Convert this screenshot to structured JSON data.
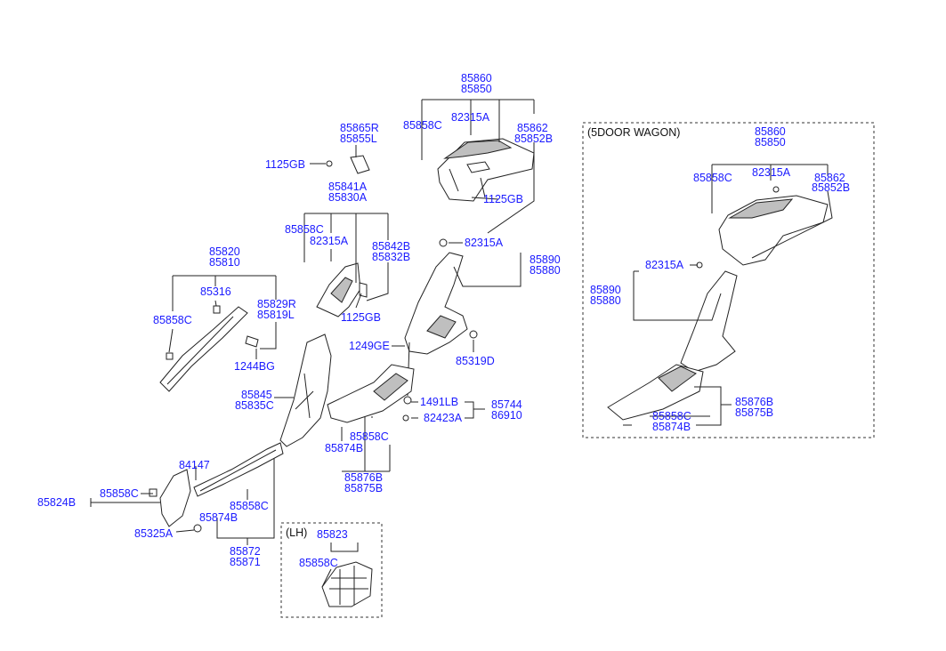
{
  "boxes": {
    "lh": "(LH)",
    "wagon": "(5DOOR WAGON)"
  },
  "labels": {
    "l85860": "85860",
    "l85850": "85850",
    "l85858C_a": "85858C",
    "l82315A_a": "82315A",
    "l85862": "85862",
    "l85852B": "85852B",
    "l1125GB_a": "1125GB",
    "l85865R": "85865R",
    "l85855L": "85855L",
    "l1125GB_b": "1125GB",
    "l85841A": "85841A",
    "l85830A": "85830A",
    "l85858C_b": "85858C",
    "l82315A_b": "82315A",
    "l85842B": "85842B",
    "l85832B": "85832B",
    "l1125GB_c": "1125GB",
    "l85820": "85820",
    "l85810": "85810",
    "l85316": "85316",
    "l85829R": "85829R",
    "l85819L": "85819L",
    "l85858C_c": "85858C",
    "l1244BG": "1244BG",
    "l82315A_c": "82315A",
    "l85890": "85890",
    "l85880": "85880",
    "l1249GE": "1249GE",
    "l85319D": "85319D",
    "l85845": "85845",
    "l85835C": "85835C",
    "l1491LB": "1491LB",
    "l82423A": "82423A",
    "l85744": "85744",
    "l86910": "86910",
    "l85858C_d": "85858C",
    "l85874B_a": "85874B",
    "l85876B_a": "85876B",
    "l85875B_a": "85875B",
    "l84147": "84147",
    "l85824B": "85824B",
    "l85858C_e": "85858C",
    "l85325A": "85325A",
    "l85874B_b": "85874B",
    "l85858C_f": "85858C",
    "l85872": "85872",
    "l85871": "85871",
    "l85823": "85823",
    "l85858C_g": "85858C",
    "w85860": "85860",
    "w85850": "85850",
    "w85858C_a": "85858C",
    "w82315A_a": "82315A",
    "w85862": "85862",
    "w85852B": "85852B",
    "w82315A_b": "82315A",
    "w85890": "85890",
    "w85880": "85880",
    "w85876B": "85876B",
    "w85875B": "85875B",
    "w85858C_b": "85858C",
    "w85874B": "85874B"
  }
}
